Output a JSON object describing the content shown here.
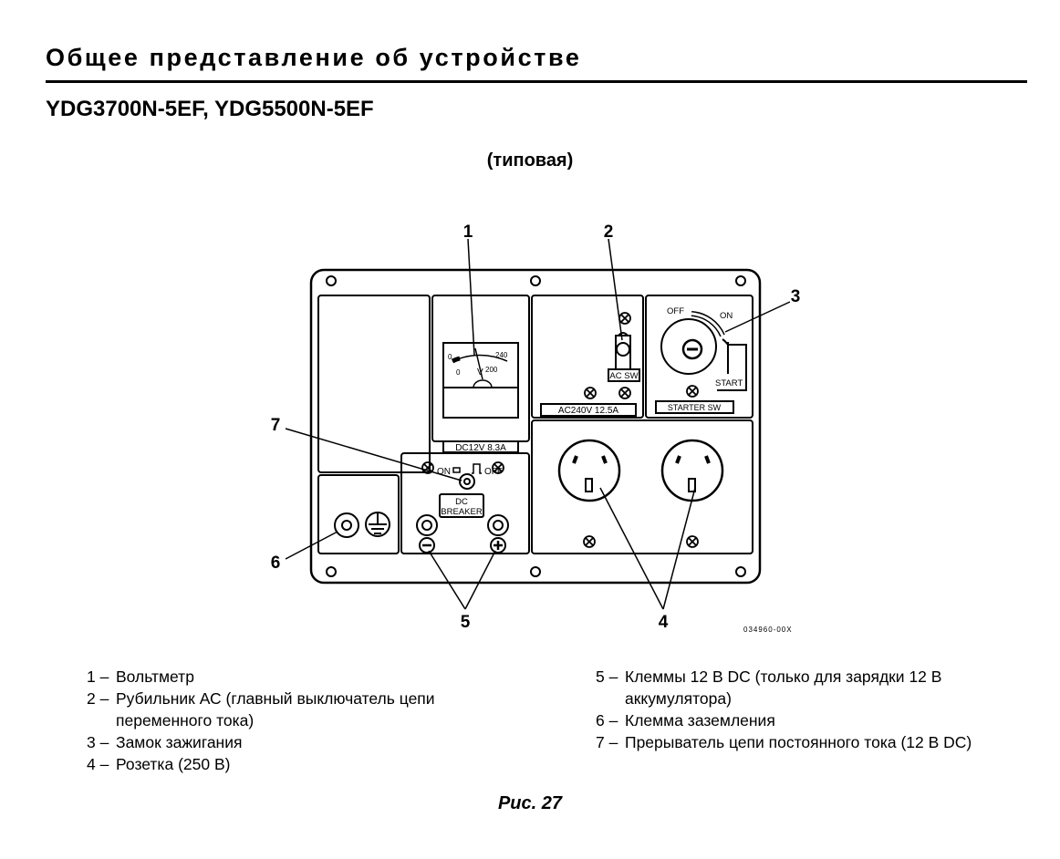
{
  "page": {
    "heading": "Общее представление об устройстве",
    "model": "YDG3700N-5EF, YDG5500N-5EF",
    "subtitle": "(типовая)",
    "caption": "Рис. 27"
  },
  "diagram": {
    "callouts": [
      "1",
      "2",
      "3",
      "4",
      "5",
      "6",
      "7"
    ],
    "panel_labels": {
      "meter_scale_0": "0",
      "meter_scale_low": "0",
      "meter_scale_200": "200",
      "meter_scale_240": "240",
      "meter_unit": "V",
      "meter_rating": "DC12V 8.3A",
      "ac_switch": "AC SW",
      "ac_rating": "AC240V 12.5A",
      "key_off": "OFF",
      "key_on": "ON",
      "key_start": "START",
      "starter_switch": "STARTER SW",
      "dc_on": "ON",
      "dc_off": "OFF",
      "dc_breaker_line1": "DC",
      "dc_breaker_line2": "BREAKER"
    },
    "figure_code": "034960-00X"
  },
  "legend_left": [
    {
      "num": "1",
      "text": "Вольтметр"
    },
    {
      "num": "2",
      "text": "Рубильник АС (главный выключатель цепи переменного тока)"
    },
    {
      "num": "3",
      "text": "Замок зажигания"
    },
    {
      "num": "4",
      "text": "Розетка (250 В)"
    }
  ],
  "legend_right": [
    {
      "num": "5",
      "text": "Клеммы 12 В DC (только для зарядки 12 В аккумулятора)"
    },
    {
      "num": "6",
      "text": "Клемма заземления"
    },
    {
      "num": "7",
      "text": "Прерыватель цепи постоянного тока (12 В DC)"
    }
  ]
}
